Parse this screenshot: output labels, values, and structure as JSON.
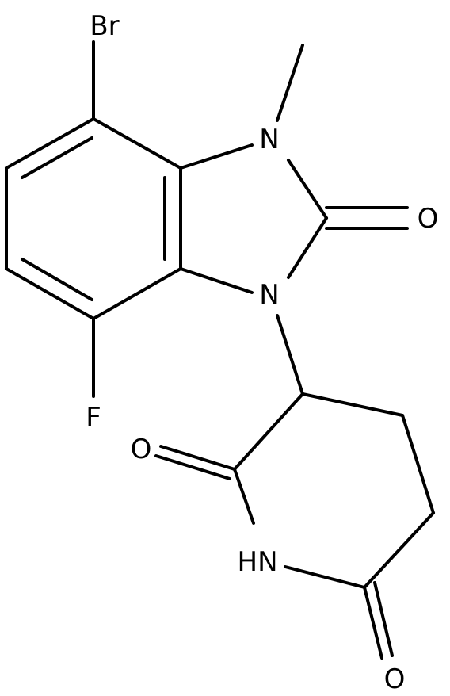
{
  "diagram": {
    "type": "chemical-structure",
    "atoms": {
      "br": "Br",
      "n_methyl": "N",
      "n_ring": "N",
      "o_carbonyl": "O",
      "f": "F",
      "o_glutarimide_left": "O",
      "nh": "HN",
      "o_glutarimide_bottom": "O"
    }
  }
}
